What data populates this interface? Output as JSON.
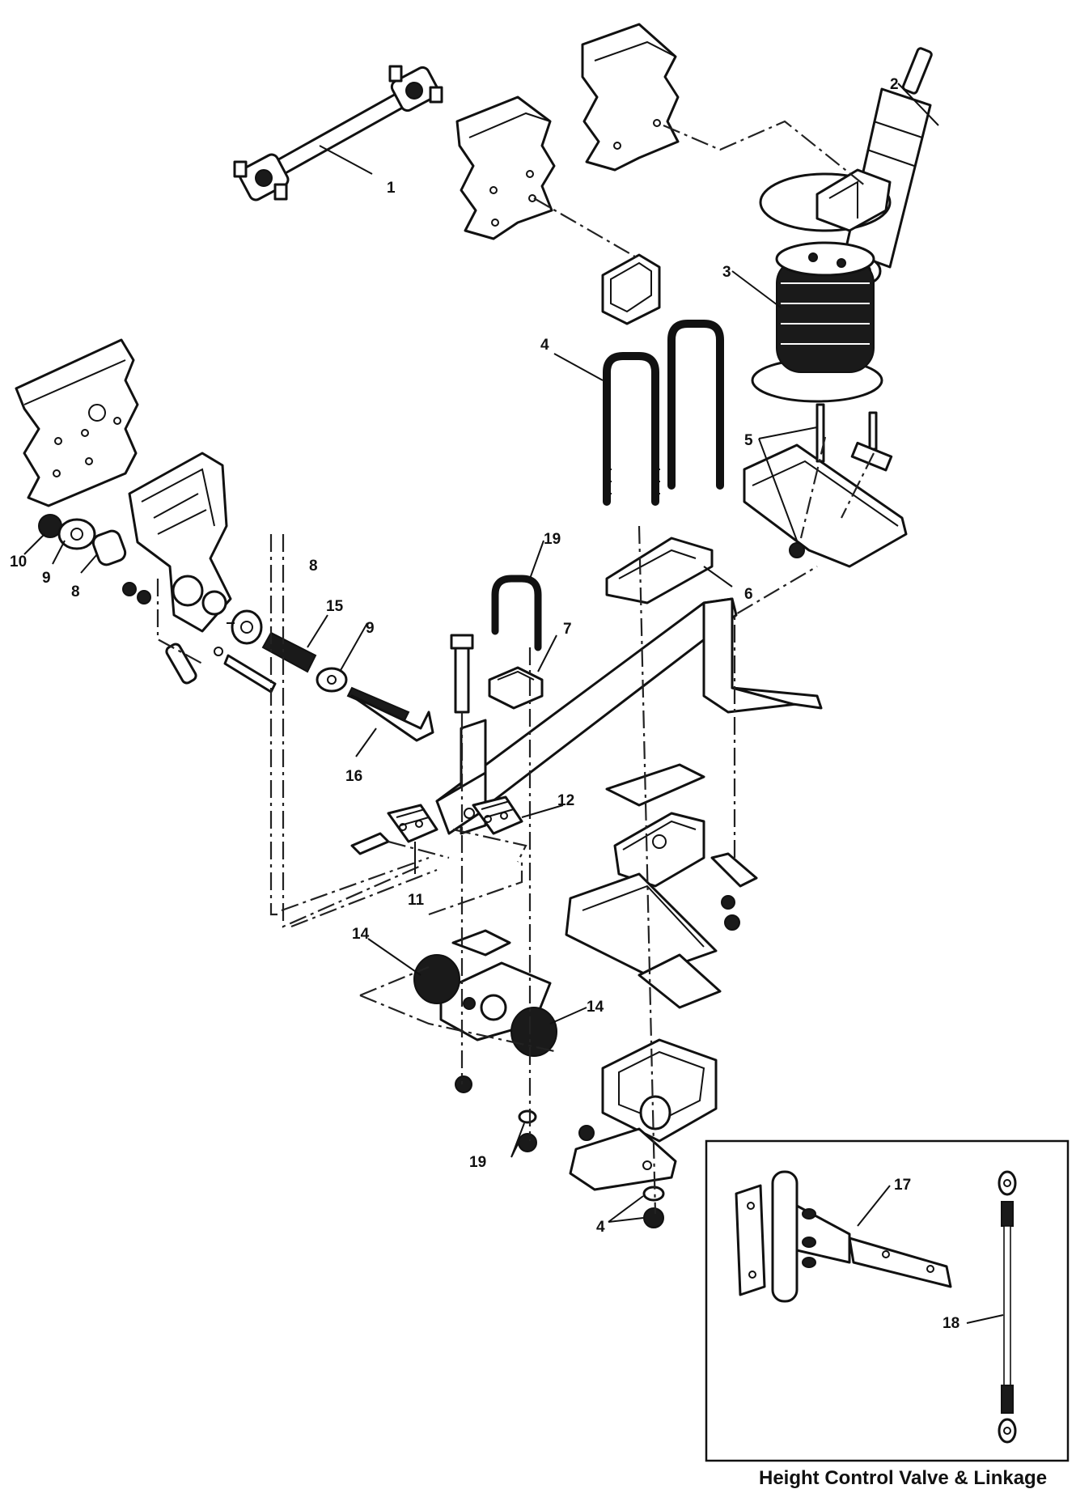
{
  "callouts": {
    "c1": "1",
    "c2": "2",
    "c3": "3",
    "c4a": "4",
    "c4b": "4",
    "c5": "5",
    "c6": "6",
    "c7": "7",
    "c8a": "8",
    "c8b": "8",
    "c9a": "9",
    "c9b": "9",
    "c10": "10",
    "c11": "11",
    "c12": "12",
    "c14a": "14",
    "c14b": "14",
    "c15": "15",
    "c16": "16",
    "c17": "17",
    "c18": "18",
    "c19a": "19",
    "c19b": "19"
  },
  "inset": {
    "caption": "Height Control Valve & Linkage"
  }
}
